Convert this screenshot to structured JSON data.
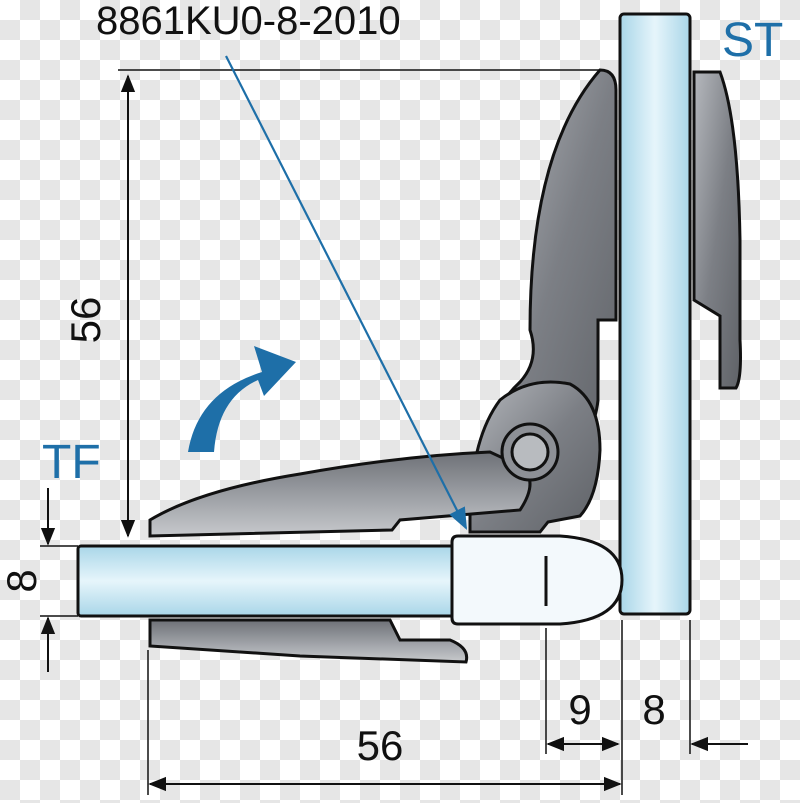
{
  "diagram": {
    "part_number": "8861KU0-8-2010",
    "labels": {
      "stationary_glass": "ST",
      "turning_glass": "TF"
    },
    "dimensions": {
      "vertical_height": "56",
      "glass_thickness_left": "8",
      "horizontal_width": "56",
      "gap": "9",
      "glass_thickness_right": "8"
    },
    "colors": {
      "accent_blue": "#1e6fa8",
      "glass_fill": "#c9e7f2",
      "metal_fill": "#8d9096",
      "dimension_line": "#111111"
    }
  }
}
